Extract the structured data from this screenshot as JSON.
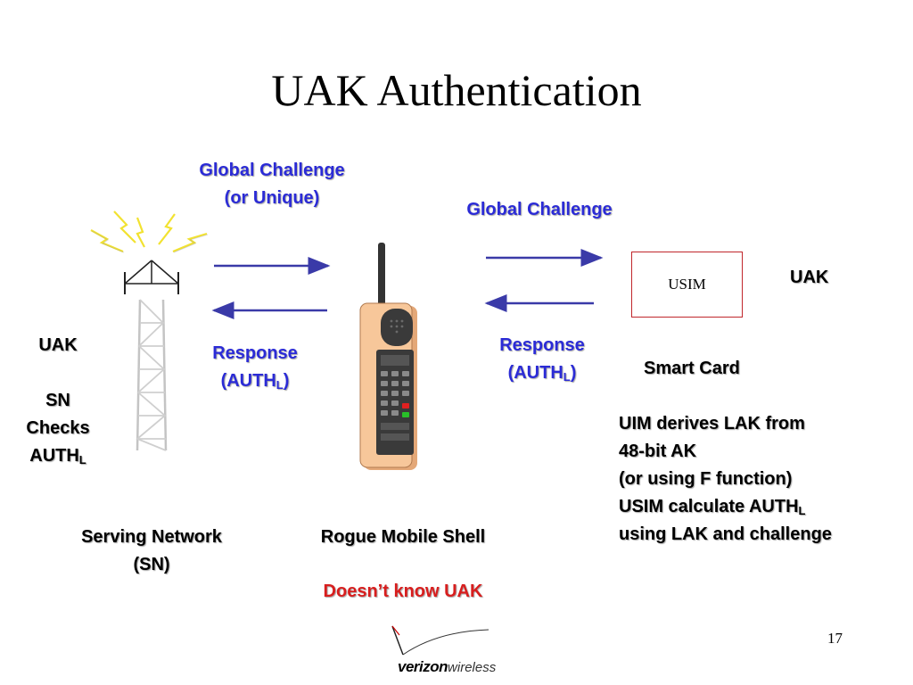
{
  "slide": {
    "title": "UAK Authentication",
    "page_number": "17"
  },
  "top_left_label": {
    "line1": "Global Challenge",
    "line2": "(or Unique)"
  },
  "top_right_label": "Global Challenge",
  "response_left": {
    "line1": "Response",
    "line2_main": "(AUTH",
    "line2_sub": "L",
    "line2_end": ")"
  },
  "response_right": {
    "line1": "Response",
    "line2_main": "(AUTH",
    "line2_sub": "L",
    "line2_end": ")"
  },
  "network_side": {
    "uak": "UAK",
    "sn": "SN",
    "checks": "Checks",
    "auth_main": "AUTH",
    "auth_sub": "L",
    "caption_line1": "Serving Network",
    "caption_line2": "(SN)"
  },
  "mobile": {
    "caption": "Rogue Mobile Shell",
    "warning": "Doesn’t know UAK"
  },
  "usim": {
    "box_label": "USIM",
    "uak": "UAK",
    "smart_card": "Smart Card",
    "desc_line1": "UIM derives LAK from",
    "desc_line2": "48-bit AK",
    "desc_line3": "(or using F function)",
    "desc_line4_main": "USIM calculate AUTH",
    "desc_line4_sub": "L",
    "desc_line5": "using LAK and challenge"
  },
  "logo": {
    "brand": "verizon",
    "suffix": "wireless"
  },
  "colors": {
    "blue": "#2b2bd6",
    "red": "#d81e1e",
    "arrow": "#3a3aa8",
    "tower": "#c8c8c8",
    "phone_body": "#f7c79a",
    "bolt": "#f2e230"
  }
}
